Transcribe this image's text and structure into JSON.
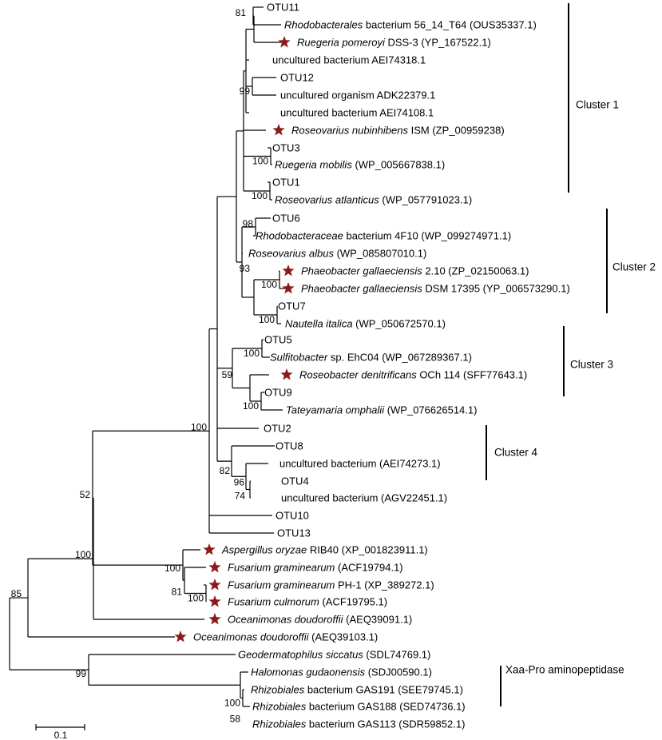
{
  "colors": {
    "line": "#000000",
    "star": "#8b1a1a",
    "background": "#ffffff"
  },
  "star_icon": "star-icon",
  "leaves": [
    {
      "id": "otu11",
      "parts": [
        {
          "t": "OTU11"
        }
      ],
      "star": false
    },
    {
      "id": "rhodobacterales-56",
      "parts": [
        {
          "t": "Rhodobacterales",
          "i": true
        },
        {
          "t": " bacterium 56_14_T64 (OUS35337.1)"
        }
      ],
      "star": false
    },
    {
      "id": "ruegeria-pomeroyi",
      "parts": [
        {
          "t": "Ruegeria pomeroyi",
          "i": true
        },
        {
          "t": " DSS-3 (YP_167522.1)"
        }
      ],
      "star": true
    },
    {
      "id": "aei74318",
      "parts": [
        {
          "t": "uncultured bacterium AEI74318.1"
        }
      ],
      "star": false
    },
    {
      "id": "otu12",
      "parts": [
        {
          "t": "OTU12"
        }
      ],
      "star": false
    },
    {
      "id": "adk22379",
      "parts": [
        {
          "t": "uncultured organism ADK22379.1"
        }
      ],
      "star": false
    },
    {
      "id": "aei74108",
      "parts": [
        {
          "t": "uncultured bacterium AEI74108.1"
        }
      ],
      "star": false
    },
    {
      "id": "roseovarius-nubinhibens",
      "parts": [
        {
          "t": "Roseovarius nubinhibens",
          "i": true
        },
        {
          "t": " ISM (ZP_00959238)"
        }
      ],
      "star": true
    },
    {
      "id": "otu3",
      "parts": [
        {
          "t": "OTU3"
        }
      ],
      "star": false
    },
    {
      "id": "ruegeria-mobilis",
      "parts": [
        {
          "t": "Ruegeria mobilis",
          "i": true
        },
        {
          "t": " (WP_005667838.1)"
        }
      ],
      "star": false
    },
    {
      "id": "otu1",
      "parts": [
        {
          "t": "OTU1"
        }
      ],
      "star": false
    },
    {
      "id": "roseovarius-atlanticus",
      "parts": [
        {
          "t": "Roseovarius atlanticus",
          "i": true
        },
        {
          "t": " (WP_057791023.1)"
        }
      ],
      "star": false
    },
    {
      "id": "otu6",
      "parts": [
        {
          "t": "OTU6"
        }
      ],
      "star": false
    },
    {
      "id": "rhodobacteraceae-4f10",
      "parts": [
        {
          "t": "Rhodobacteraceae",
          "i": true
        },
        {
          "t": " bacterium 4F10 (WP_099274971.1)"
        }
      ],
      "star": false
    },
    {
      "id": "roseovarius-albus",
      "parts": [
        {
          "t": "Roseovarius albus",
          "i": true
        },
        {
          "t": " (WP_085807010.1)"
        }
      ],
      "star": false
    },
    {
      "id": "phaeobacter-2-10",
      "parts": [
        {
          "t": "Phaeobacter gallaeciensis",
          "i": true
        },
        {
          "t": " 2.10 (ZP_02150063.1)"
        }
      ],
      "star": true
    },
    {
      "id": "phaeobacter-dsm",
      "parts": [
        {
          "t": "Phaeobacter gallaeciensis",
          "i": true
        },
        {
          "t": " DSM 17395 (YP_006573290.1)"
        }
      ],
      "star": true
    },
    {
      "id": "otu7",
      "parts": [
        {
          "t": "OTU7"
        }
      ],
      "star": false
    },
    {
      "id": "nautella-italica",
      "parts": [
        {
          "t": "Nautella italica",
          "i": true
        },
        {
          "t": " (WP_050672570.1)"
        }
      ],
      "star": false
    },
    {
      "id": "otu5",
      "parts": [
        {
          "t": "OTU5"
        }
      ],
      "star": false
    },
    {
      "id": "sulfitobacter-ehc04",
      "parts": [
        {
          "t": "Sulfitobacter",
          "i": true
        },
        {
          "t": " sp. EhC04 (WP_067289367.1)"
        }
      ],
      "star": false
    },
    {
      "id": "roseobacter-denitrificans",
      "parts": [
        {
          "t": "Roseobacter denitrificans",
          "i": true
        },
        {
          "t": " OCh 114 (SFF77643.1)"
        }
      ],
      "star": true
    },
    {
      "id": "otu9",
      "parts": [
        {
          "t": "OTU9"
        }
      ],
      "star": false
    },
    {
      "id": "tateyamaria-omphalii",
      "parts": [
        {
          "t": "Tateyamaria omphalii",
          "i": true
        },
        {
          "t": " (WP_076626514.1)"
        }
      ],
      "star": false
    },
    {
      "id": "otu2",
      "parts": [
        {
          "t": "OTU2"
        }
      ],
      "star": false
    },
    {
      "id": "otu8",
      "parts": [
        {
          "t": "OTU8"
        }
      ],
      "star": false
    },
    {
      "id": "aei74273",
      "parts": [
        {
          "t": "uncultured bacterium (AEI74273.1)"
        }
      ],
      "star": false
    },
    {
      "id": "otu4",
      "parts": [
        {
          "t": "OTU4"
        }
      ],
      "star": false
    },
    {
      "id": "agv22451",
      "parts": [
        {
          "t": "uncultured bacterium (AGV22451.1)"
        }
      ],
      "star": false
    },
    {
      "id": "otu10",
      "parts": [
        {
          "t": "OTU10"
        }
      ],
      "star": false
    },
    {
      "id": "otu13",
      "parts": [
        {
          "t": "OTU13"
        }
      ],
      "star": false
    },
    {
      "id": "aspergillus-oryzae",
      "parts": [
        {
          "t": "Aspergillus oryzae",
          "i": true
        },
        {
          "t": " RIB40 (XP_001823911.1)"
        }
      ],
      "star": true
    },
    {
      "id": "fusarium-graminearum-acf",
      "parts": [
        {
          "t": "Fusarium graminearum",
          "i": true
        },
        {
          "t": " (ACF19794.1)"
        }
      ],
      "star": true
    },
    {
      "id": "fusarium-graminearum-ph1",
      "parts": [
        {
          "t": "Fusarium graminearum",
          "i": true
        },
        {
          "t": " PH-1 (XP_389272.1)"
        }
      ],
      "star": true
    },
    {
      "id": "fusarium-culmorum",
      "parts": [
        {
          "t": "Fusarium culmorum",
          "i": true
        },
        {
          "t": " (ACF19795.1)"
        }
      ],
      "star": true
    },
    {
      "id": "oceanimonas-aeq39091",
      "parts": [
        {
          "t": "Oceanimonas doudoroffii",
          "i": true
        },
        {
          "t": " (AEQ39091.1)"
        }
      ],
      "star": true
    },
    {
      "id": "oceanimonas-aeq39103",
      "parts": [
        {
          "t": "Oceanimonas doudoroffii",
          "i": true
        },
        {
          "t": " (AEQ39103.1)"
        }
      ],
      "star": true
    },
    {
      "id": "geodermatophilus-siccatus",
      "parts": [
        {
          "t": "Geodermatophilus siccatus",
          "i": true
        },
        {
          "t": " (SDL74769.1)"
        }
      ],
      "star": false
    },
    {
      "id": "halomonas-gudaonensis",
      "parts": [
        {
          "t": "Halomonas gudaonensis",
          "i": true
        },
        {
          "t": " (SDJ00590.1)"
        }
      ],
      "star": false
    },
    {
      "id": "rhizobiales-gas191",
      "parts": [
        {
          "t": "Rhizobiales",
          "i": true
        },
        {
          "t": " bacterium GAS191 (SEE79745.1)"
        }
      ],
      "star": false
    },
    {
      "id": "rhizobiales-gas188",
      "parts": [
        {
          "t": "Rhizobiales",
          "i": true
        },
        {
          "t": " bacterium GAS188 (SED74736.1)"
        }
      ],
      "star": false
    },
    {
      "id": "rhizobiales-gas113",
      "parts": [
        {
          "t": "Rhizobiales",
          "i": true
        },
        {
          "t": " bacterium GAS113 (SDR59852.1)"
        }
      ],
      "star": false
    }
  ],
  "bootstrap": [
    "81",
    "99",
    "100",
    "100",
    "98",
    "100",
    "93",
    "100",
    "100",
    "59",
    "100",
    "82",
    "96",
    "74",
    "100",
    "52",
    "100",
    "100",
    "81",
    "100",
    "85",
    "99",
    "100",
    "58"
  ],
  "clusters": [
    {
      "id": "cluster-1",
      "label": "Cluster 1"
    },
    {
      "id": "cluster-2",
      "label": "Cluster 2"
    },
    {
      "id": "cluster-3",
      "label": "Cluster 3"
    },
    {
      "id": "cluster-4",
      "label": "Cluster 4"
    },
    {
      "id": "xaa-pro",
      "label": "Xaa-Pro aminopeptidase"
    }
  ],
  "scale_bar": {
    "label": "0.1",
    "length": 0.1
  }
}
